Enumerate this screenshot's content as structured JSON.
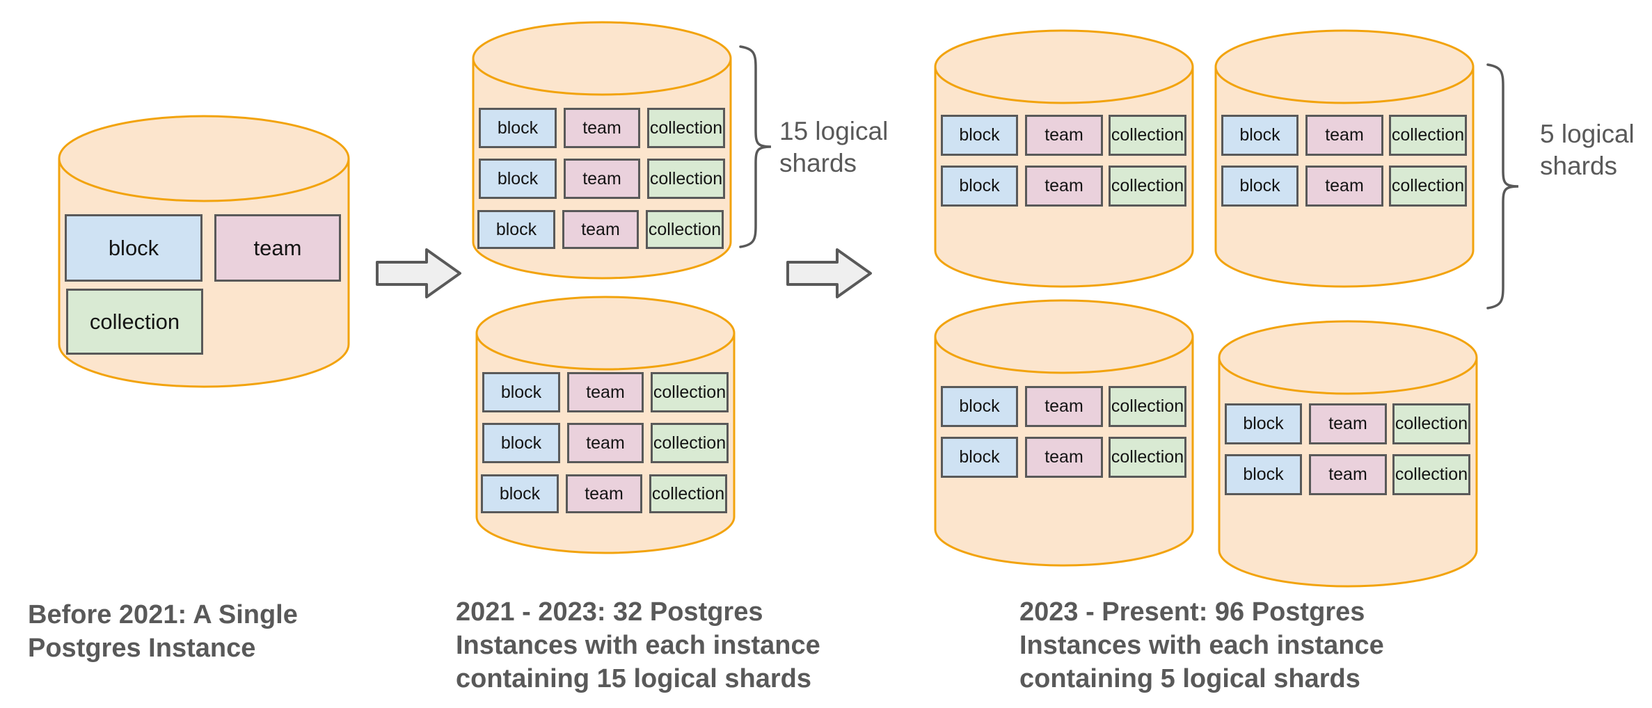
{
  "diagram": {
    "tables": {
      "block": "block",
      "team": "team",
      "collection": "collection"
    },
    "shard_annotations": {
      "middle": {
        "line1": "15 logical",
        "line2": "shards"
      },
      "right": {
        "line1": "5 logical",
        "line2": "shards"
      }
    },
    "captions": {
      "stage1": {
        "line1": "Before 2021: A Single",
        "line2": "Postgres Instance"
      },
      "stage2": {
        "line1": "2021 - 2023: 32 Postgres",
        "line2": "Instances with each instance",
        "line3": "containing 15 logical shards"
      },
      "stage3": {
        "line1": "2023 - Present: 96 Postgres",
        "line2": "Instances with each instance",
        "line3": "containing 5 logical shards"
      }
    },
    "colors": {
      "cylinder_fill": "#FCE5CD",
      "cylinder_stroke": "#F2A30D",
      "block_fill": "#CFE2F3",
      "team_fill": "#EAD1DC",
      "collection_fill": "#D9EAD3",
      "box_stroke": "#595959",
      "arrow_fill": "#EFEFEF",
      "arrow_stroke": "#595959",
      "text_gray": "#595959"
    }
  }
}
